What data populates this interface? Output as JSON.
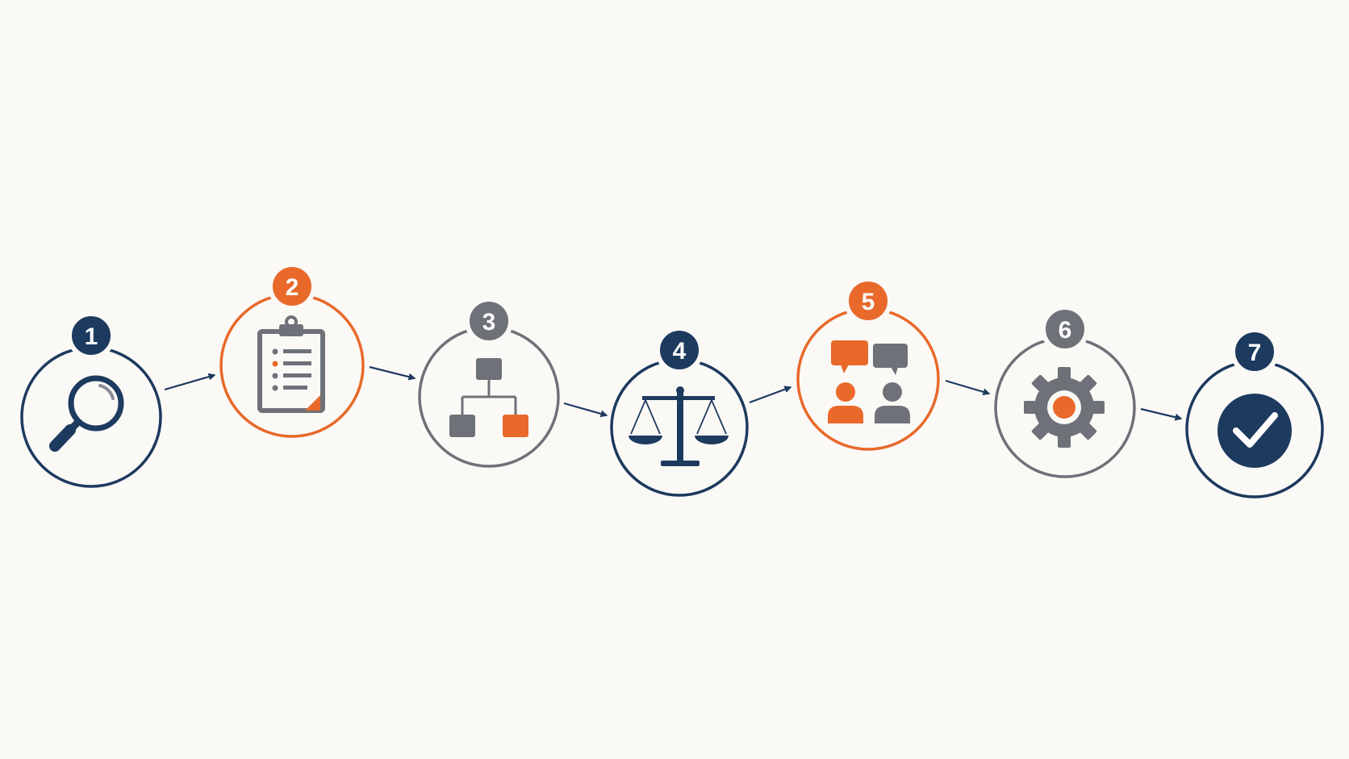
{
  "colors": {
    "background": "#fbf9f6",
    "navy": "#1d3a5f",
    "orange": "#e8692a",
    "gray": "#6e7178"
  },
  "process": {
    "steps": [
      {
        "number": "1",
        "icon": "magnifying-glass-icon",
        "color": "navy"
      },
      {
        "number": "2",
        "icon": "clipboard-checklist-icon",
        "color": "orange"
      },
      {
        "number": "3",
        "icon": "hierarchy-chart-icon",
        "color": "gray"
      },
      {
        "number": "4",
        "icon": "balance-scale-icon",
        "color": "navy"
      },
      {
        "number": "5",
        "icon": "discussion-people-icon",
        "color": "orange"
      },
      {
        "number": "6",
        "icon": "gear-icon",
        "color": "gray"
      },
      {
        "number": "7",
        "icon": "checkmark-icon",
        "color": "navy"
      }
    ]
  }
}
